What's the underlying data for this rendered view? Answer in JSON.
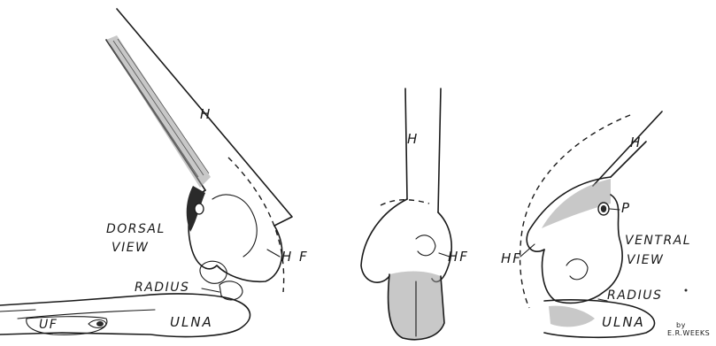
{
  "dorsal": {
    "humerus": "H",
    "view_line1": "DORSAL",
    "view_line2": "VIEW",
    "humeral_fossa": "H F",
    "radius": "RADIUS",
    "ulna": "ULNA",
    "ulnar_fossa": "UF"
  },
  "anterior": {
    "humerus": "H",
    "humeral_fossa": "HF"
  },
  "ventral": {
    "humerus": "H",
    "pisiform": "P",
    "view_line1": "VENTRAL",
    "view_line2": "VIEW",
    "humeral_fossa": "HF",
    "radius": "RADIUS",
    "ulna": "ULNA"
  },
  "signature": {
    "line1": "by",
    "line2": "E.R.WEEKS"
  }
}
